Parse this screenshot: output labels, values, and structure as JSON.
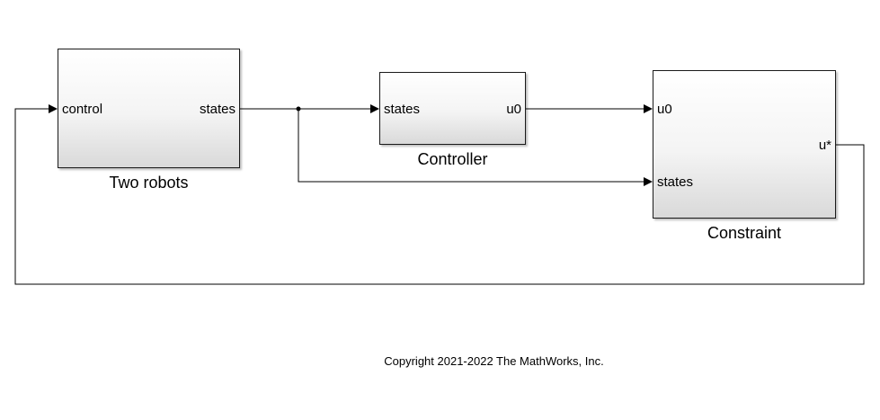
{
  "blocks": {
    "plant": {
      "name": "Two robots",
      "in_ports": [
        "control"
      ],
      "out_ports": [
        "states"
      ]
    },
    "controller": {
      "name": "Controller",
      "in_ports": [
        "states"
      ],
      "out_ports": [
        "u0"
      ]
    },
    "constraint": {
      "name": "Constraint",
      "in_ports": [
        "u0",
        "states"
      ],
      "out_ports": [
        "u*"
      ]
    }
  },
  "footer": {
    "copyright": "Copyright 2021-2022 The MathWorks, Inc."
  },
  "colors": {
    "line": "#000000",
    "block_border": "#1a1a1a"
  }
}
